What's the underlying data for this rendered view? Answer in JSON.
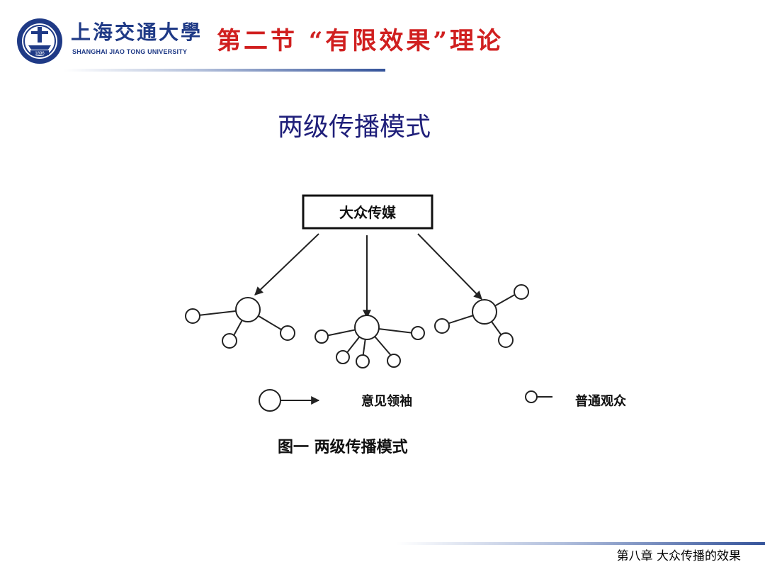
{
  "header": {
    "university_cn": "上海交通大學",
    "university_en": "SHANGHAI JIAO TONG UNIVERSITY",
    "emblem_year": "1896",
    "section_title": "第二节 “有限效果”理论"
  },
  "slide": {
    "title": "两级传播模式"
  },
  "diagram": {
    "source_label": "大众传媒",
    "legend_leader": "意见领袖",
    "legend_ordinary": "普通观众",
    "caption": "图一 两级传播模式"
  },
  "footer": {
    "chapter": "第八章 大众传播的效果"
  },
  "colors": {
    "brand_blue": "#1f3a86",
    "title_red": "#d01f1f",
    "title_navy": "#1f1f7a"
  }
}
